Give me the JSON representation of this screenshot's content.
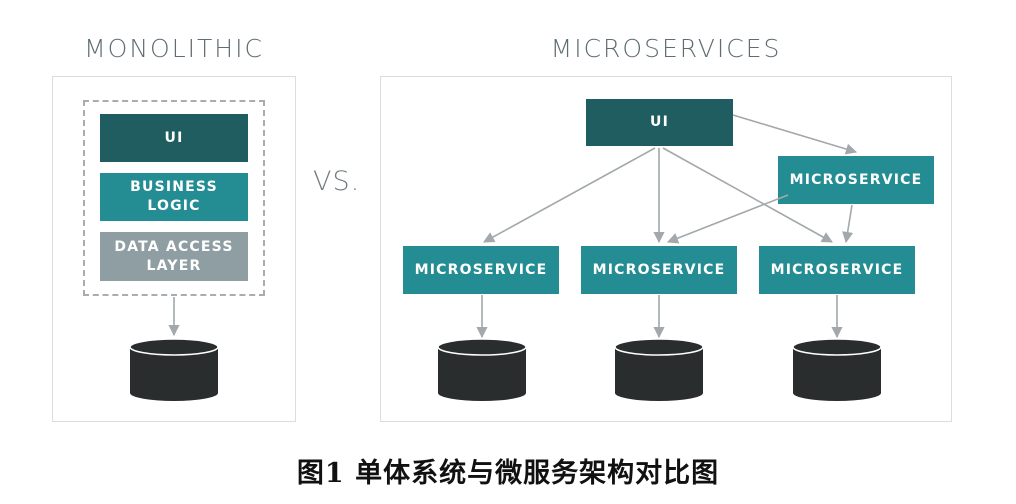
{
  "monolithic": {
    "title": "MONOLITHIC",
    "layers": [
      {
        "label": "UI",
        "color": "#205d60"
      },
      {
        "label": "BUSINESS LOGIC",
        "color": "#248d93"
      },
      {
        "label": "DATA ACCESS LAYER",
        "color": "#8f9ea3"
      }
    ]
  },
  "vs": "VS.",
  "microservices": {
    "title": "MICROSERVICES",
    "ui": {
      "label": "UI",
      "color": "#205d60"
    },
    "services": [
      {
        "label": "MICROSERVICE",
        "color": "#248d93"
      },
      {
        "label": "MICROSERVICE",
        "color": "#248d93"
      },
      {
        "label": "MICROSERVICE",
        "color": "#248d93"
      },
      {
        "label": "MICROSERVICE",
        "color": "#248d93"
      }
    ]
  },
  "colors": {
    "arrow": "#a2a8ab",
    "database": "#2a2d2e",
    "panel_border": "#dcdcdc"
  },
  "caption": "图1  单体系统与微服务架构对比图"
}
